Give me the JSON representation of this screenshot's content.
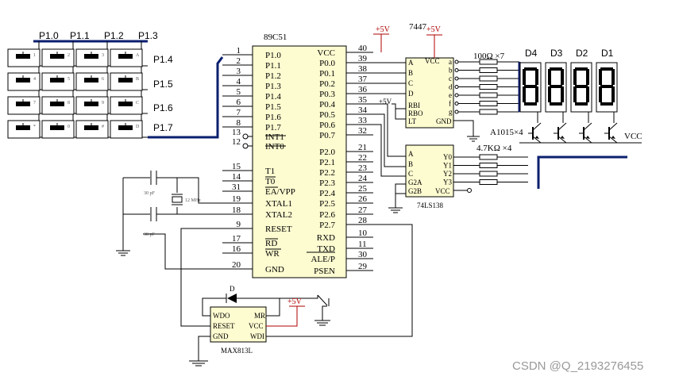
{
  "mcu": {
    "name": "89C51",
    "left_pins": [
      {
        "num": "1",
        "label": "P1.0"
      },
      {
        "num": "2",
        "label": "P1.1"
      },
      {
        "num": "3",
        "label": "P1.2"
      },
      {
        "num": "4",
        "label": "P1.3"
      },
      {
        "num": "5",
        "label": "P1.4"
      },
      {
        "num": "6",
        "label": "P1.5"
      },
      {
        "num": "7",
        "label": "P1.6"
      },
      {
        "num": "8",
        "label": "P1.7"
      },
      {
        "num": "13",
        "label": "INT1"
      },
      {
        "num": "12",
        "label": "INT0"
      },
      {
        "num": "15",
        "label": "T1"
      },
      {
        "num": "14",
        "label": "T0"
      },
      {
        "num": "31",
        "label": "EA/VPP"
      },
      {
        "num": "19",
        "label": "XTAL1"
      },
      {
        "num": "18",
        "label": "XTAL2"
      },
      {
        "num": "9",
        "label": "RESET"
      },
      {
        "num": "17",
        "label": "RD"
      },
      {
        "num": "16",
        "label": "WR"
      },
      {
        "num": "20",
        "label": "GND"
      }
    ],
    "right_pins": [
      {
        "num": "40",
        "label": "VCC"
      },
      {
        "num": "39",
        "label": "P0.0"
      },
      {
        "num": "38",
        "label": "P0.1"
      },
      {
        "num": "37",
        "label": "P0.2"
      },
      {
        "num": "36",
        "label": "P0.3"
      },
      {
        "num": "35",
        "label": "P0.4"
      },
      {
        "num": "34",
        "label": "P0.5"
      },
      {
        "num": "33",
        "label": "P0.6"
      },
      {
        "num": "32",
        "label": "P0.7"
      },
      {
        "num": "21",
        "label": "P2.0"
      },
      {
        "num": "22",
        "label": "P2.1"
      },
      {
        "num": "23",
        "label": "P2.2"
      },
      {
        "num": "24",
        "label": "P2.3"
      },
      {
        "num": "25",
        "label": "P2.4"
      },
      {
        "num": "26",
        "label": "P2.5"
      },
      {
        "num": "27",
        "label": "P2.6"
      },
      {
        "num": "28",
        "label": "P2.7"
      },
      {
        "num": "10",
        "label": "RXD"
      },
      {
        "num": "11",
        "label": "TXD"
      },
      {
        "num": "30",
        "label": "ALE/P"
      },
      {
        "num": "29",
        "label": "PSEN"
      }
    ]
  },
  "keypad": {
    "columns": [
      "P1.0",
      "P1.1",
      "P1.2",
      "P1.3"
    ],
    "rows": [
      "P1.4",
      "P1.5",
      "P1.6",
      "P1.7"
    ],
    "keys": [
      "1",
      "2",
      "3",
      "A",
      "4",
      "5",
      "6",
      "B",
      "7",
      "8",
      "9",
      "C",
      "*",
      "0",
      "#",
      "D"
    ]
  },
  "decoder7447": {
    "name": "7447",
    "vcc": "+5V",
    "vcc_label": "VCC",
    "inputs": [
      "A",
      "B",
      "C",
      "D",
      "RBI",
      "RBO",
      "LT"
    ],
    "outputs": [
      "a",
      "b",
      "c",
      "d",
      "e",
      "f",
      "g"
    ],
    "gnd": "GND",
    "rbi_supply": "+5V"
  },
  "resistors": "100Ω ×7",
  "display": {
    "digits": [
      "D4",
      "D3",
      "D2",
      "D1"
    ],
    "digit_value": "8"
  },
  "transistors": {
    "label": "A1015×4",
    "base_resistors": "4.7KΩ ×4",
    "vcc": "VCC"
  },
  "decoder138": {
    "name": "74LS138",
    "inputs": [
      "A",
      "B",
      "C",
      "G2A",
      "G2B"
    ],
    "outputs": [
      "Y0",
      "Y1",
      "Y2",
      "Y3"
    ],
    "vcc_label": "VCC"
  },
  "oscillator": {
    "cap1": "30 pF",
    "cap2": "30 pF",
    "crystal": "12 MHz"
  },
  "supply": {
    "label": "+5V"
  },
  "watchdog": {
    "name": "MAX813L",
    "left_pins": [
      "WDO",
      "RESET",
      "GND"
    ],
    "right_pins": [
      "MR",
      "VCC",
      "WDI"
    ],
    "diode": "D",
    "supply": "+5V"
  },
  "watermark": "CSDN @Q_2193276455"
}
